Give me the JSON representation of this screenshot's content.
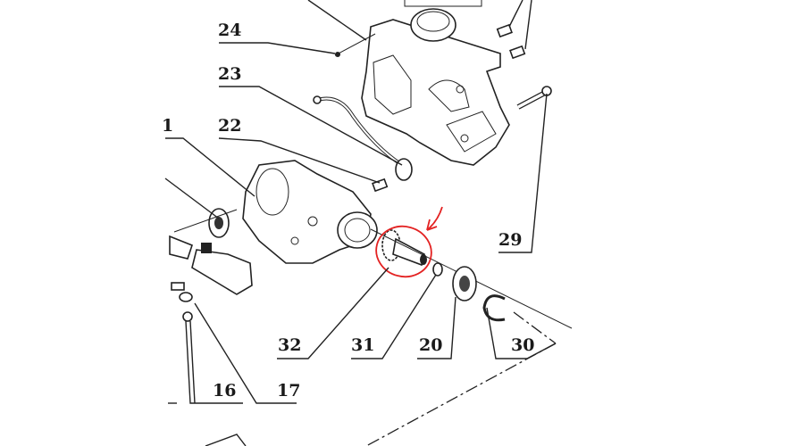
{
  "diagram": {
    "type": "exploded-parts-diagram",
    "part_labels": {
      "p24": "24",
      "p23": "23",
      "p22": "22",
      "p1": "1",
      "p29": "29",
      "p32": "32",
      "p31": "31",
      "p20": "20",
      "p30": "30",
      "p16": "16",
      "p17": "17"
    },
    "annotation_color": "#e32222",
    "highlighted_part": "32"
  }
}
